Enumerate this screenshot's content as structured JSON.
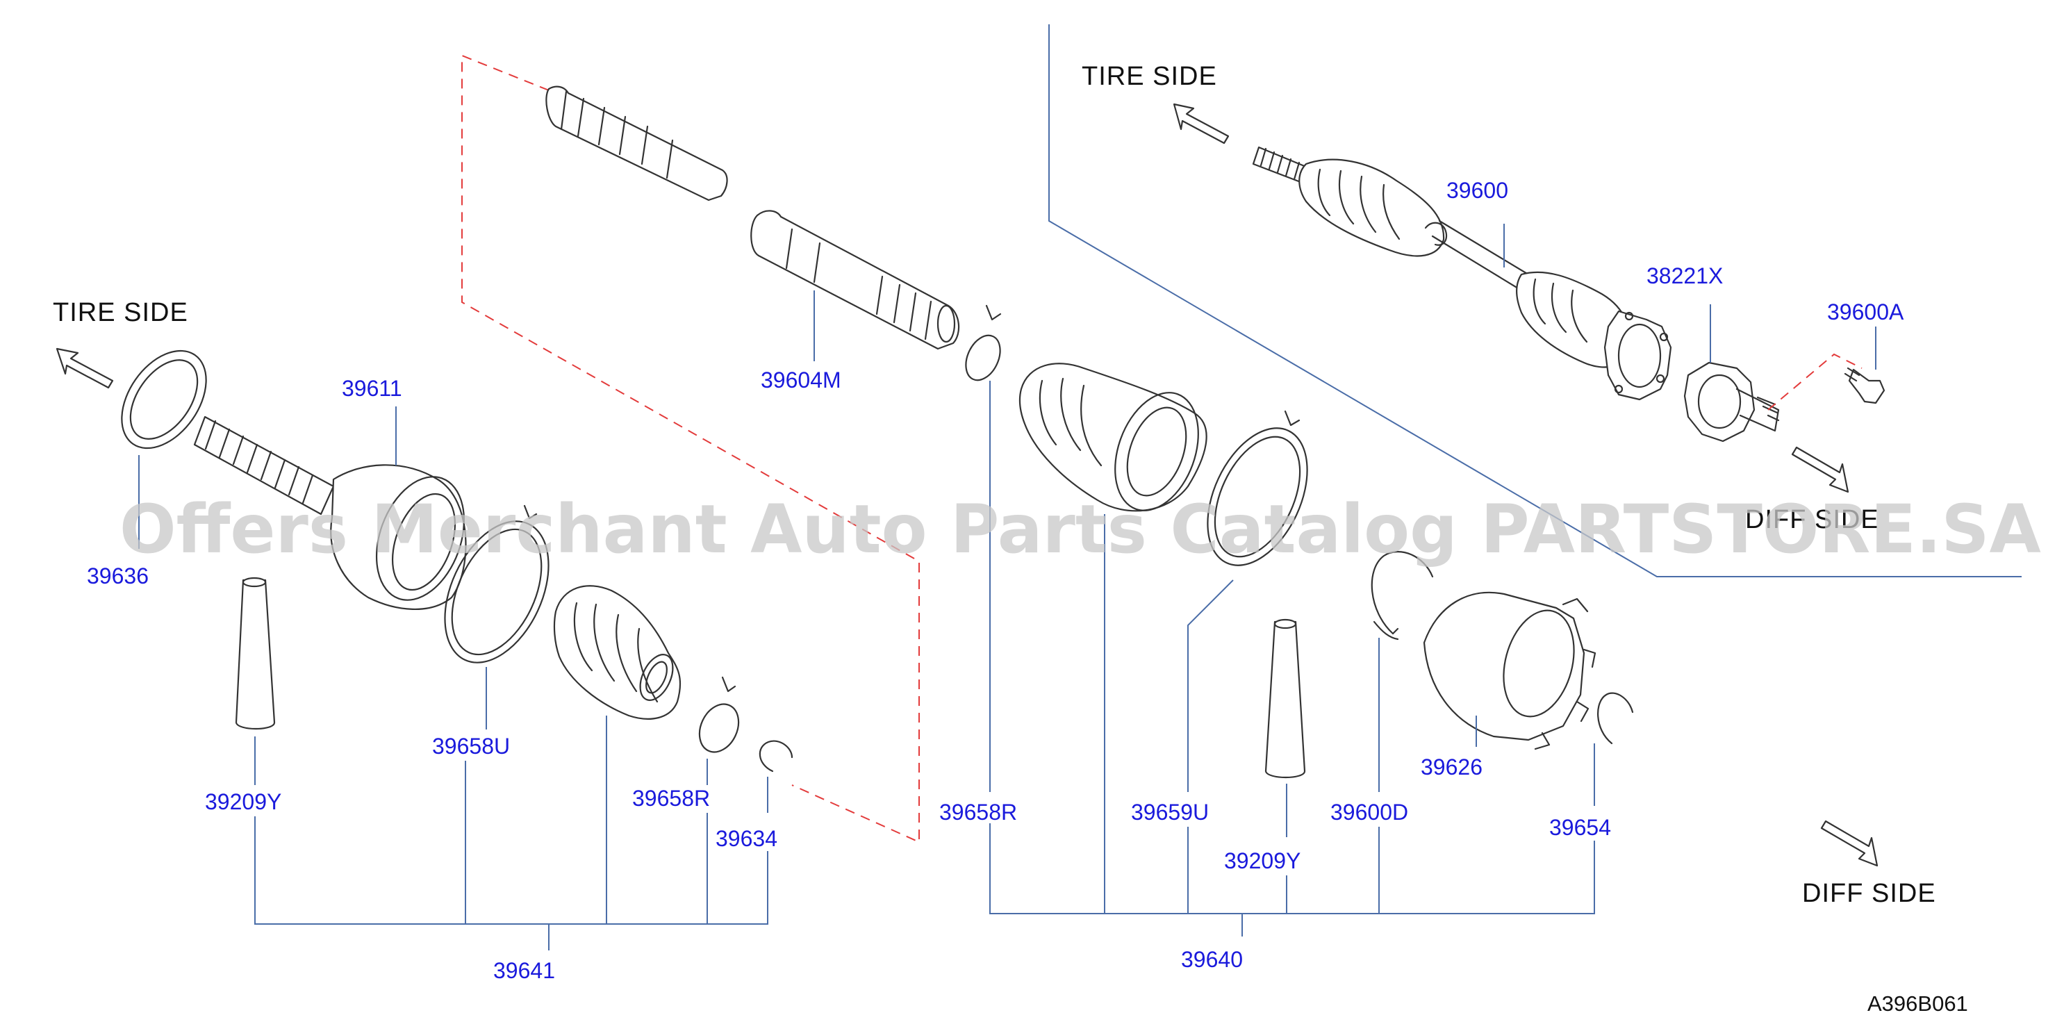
{
  "diagram": {
    "sides": {
      "tire_top": "TIRE  SIDE",
      "diff_top": "DIFF  SIDE",
      "tire_left": "TIRE  SIDE",
      "diff_bottom": "DIFF  SIDE"
    },
    "parts": {
      "p39600": "39600",
      "p38221X": "38221X",
      "p39600A": "39600A",
      "p39604M": "39604M",
      "p39611": "39611",
      "p39636": "39636",
      "p39658U": "39658U",
      "p39209Y_left": "39209Y",
      "p39658R_left": "39658R",
      "p39634": "39634",
      "p39641": "39641",
      "p39658R_right": "39658R",
      "p39659U": "39659U",
      "p39209Y_right": "39209Y",
      "p39600D": "39600D",
      "p39626": "39626",
      "p39654": "39654",
      "p39640": "39640"
    },
    "figure_code": "A396B061",
    "watermark": "Offers Merchant Auto Parts Catalog PARTSTORE.SA"
  }
}
